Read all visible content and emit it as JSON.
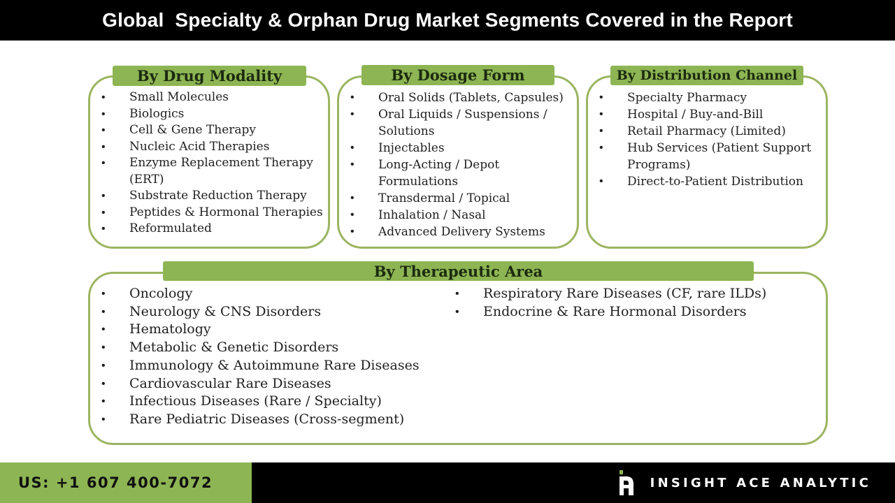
{
  "title": "Global  Specialty & Orphan Drug Market Segments Covered in the Report",
  "segments": {
    "drug_modality": {
      "header": "By Drug Modality",
      "items": [
        "Small Molecules",
        "Biologics",
        "Cell & Gene Therapy",
        "Nucleic Acid Therapies",
        "Enzyme Replacement Therapy (ERT)",
        "Substrate Reduction Therapy",
        "Peptides & Hormonal Therapies",
        "Reformulated"
      ]
    },
    "dosage_form": {
      "header": "By Dosage Form",
      "items": [
        "Oral Solids (Tablets, Capsules)",
        "Oral Liquids / Suspensions / Solutions",
        "Injectables",
        "Long-Acting / Depot Formulations",
        "Transdermal / Topical",
        "Inhalation / Nasal",
        "Advanced Delivery Systems"
      ]
    },
    "distribution_channel": {
      "header": "By Distribution Channel",
      "items": [
        "Specialty Pharmacy",
        "Hospital / Buy-and-Bill",
        "Retail Pharmacy (Limited)",
        "Hub Services (Patient Support Programs)",
        "Direct-to-Patient Distribution"
      ]
    },
    "therapeutic_area": {
      "header": "By Therapeutic Area",
      "items_left": [
        "Oncology",
        "Neurology & CNS Disorders",
        "Hematology",
        "Metabolic & Genetic Disorders",
        "Immunology & Autoimmune Rare Diseases",
        "Cardiovascular Rare Diseases",
        "Infectious Diseases (Rare / Specialty)",
        "Rare Pediatric Diseases (Cross-segment)"
      ],
      "items_right": [
        "Respiratory Rare Diseases (CF, rare ILDs)",
        "Endocrine & Rare Hormonal Disorders"
      ]
    }
  },
  "footer": {
    "phone": "US: +1 607 400-7072",
    "brand": "INSIGHT ACE ANALYTIC",
    "logo_icon": "insight-ace-logo-icon"
  },
  "colors": {
    "accent_green": "#8db553",
    "border_green": "#9bb561",
    "dark": "#000000"
  }
}
